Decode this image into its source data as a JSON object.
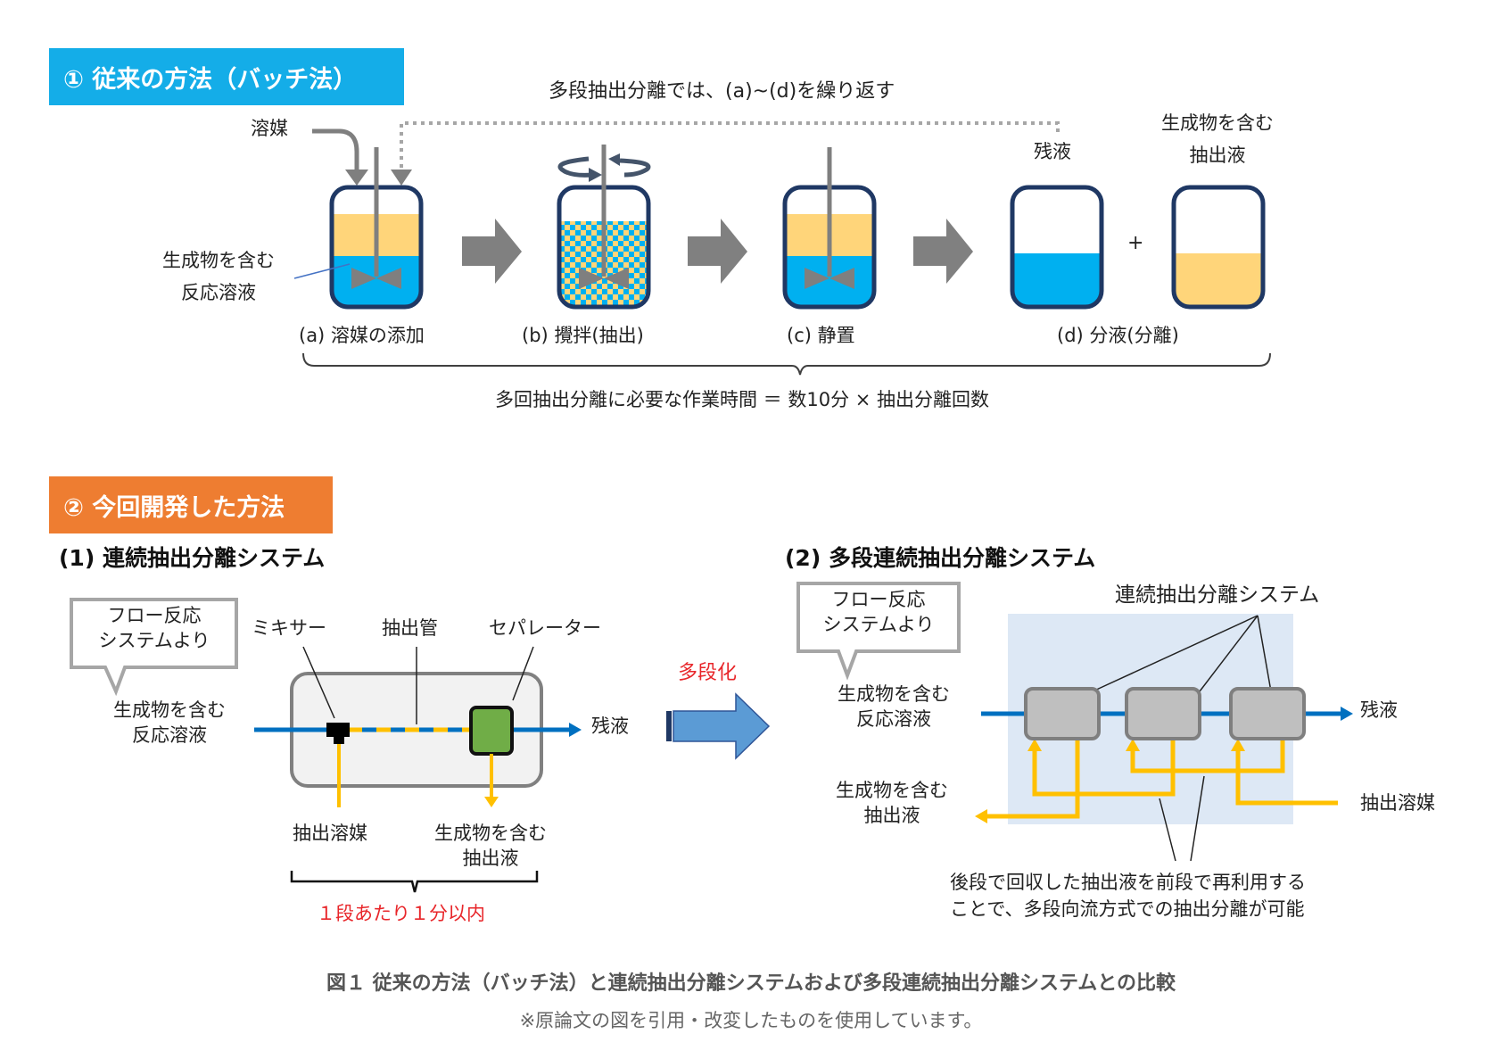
{
  "section1": {
    "header": "① 従来の方法（バッチ法）",
    "repeat_note": "多段抽出分離では、(a)~(d)を繰り返す",
    "solvent_label": "溶媒",
    "reaction_label": [
      "生成物を含む",
      "反応溶液"
    ],
    "residual_label": "残液",
    "extract_label": [
      "生成物を含む",
      "抽出液"
    ],
    "plus": "+",
    "steps": [
      {
        "label": "(a) 溶媒の添加"
      },
      {
        "label": "(b) 攪拌(抽出)"
      },
      {
        "label": "(c) 静置"
      },
      {
        "label": "(d) 分液(分離)"
      }
    ],
    "time_note": "多回抽出分離に必要な作業時間 ＝ 数10分 × 抽出分離回数"
  },
  "section2": {
    "header": "② 今回開発した方法",
    "system1": {
      "title": "(1) 連続抽出分離システム",
      "callout": [
        "フロー反応",
        "システムより"
      ],
      "input_label": [
        "生成物を含む",
        "反応溶液"
      ],
      "mixer": "ミキサー",
      "tube": "抽出管",
      "separator": "セパレーター",
      "residual": "残液",
      "solvent": "抽出溶媒",
      "extract": [
        "生成物を含む",
        "抽出液"
      ],
      "time_note": "１段あたり１分以内"
    },
    "arrow_label": "多段化",
    "system2": {
      "title": "(2) 多段連続抽出分離システム",
      "callout": [
        "フロー反応",
        "システムより"
      ],
      "input_label": [
        "生成物を含む",
        "反応溶液"
      ],
      "units_label": "連続抽出分離システム",
      "residual": "残液",
      "solvent": "抽出溶媒",
      "extract": [
        "生成物を含む",
        "抽出液"
      ],
      "note": [
        "後段で回収した抽出液を前段で再利用する",
        "ことで、多段向流方式での抽出分離が可能"
      ]
    }
  },
  "caption": {
    "title": "図１ 従来の方法（バッチ法）と連続抽出分離システムおよび多段連続抽出分離システムとの比較",
    "note": "※原論文の図を引用・改変したものを使用しています。"
  },
  "colors": {
    "header1": "#14ade8",
    "header2": "#ee7d31",
    "aqueous": "#00b0f0",
    "organic": "#ffd57a",
    "vessel": "#1f3864",
    "flow_blue": "#0070c0",
    "flow_yellow": "#ffc000",
    "separator": "#70ad47",
    "arrow_blue": "#5b9bd5",
    "accent_red": "#e8262a"
  }
}
